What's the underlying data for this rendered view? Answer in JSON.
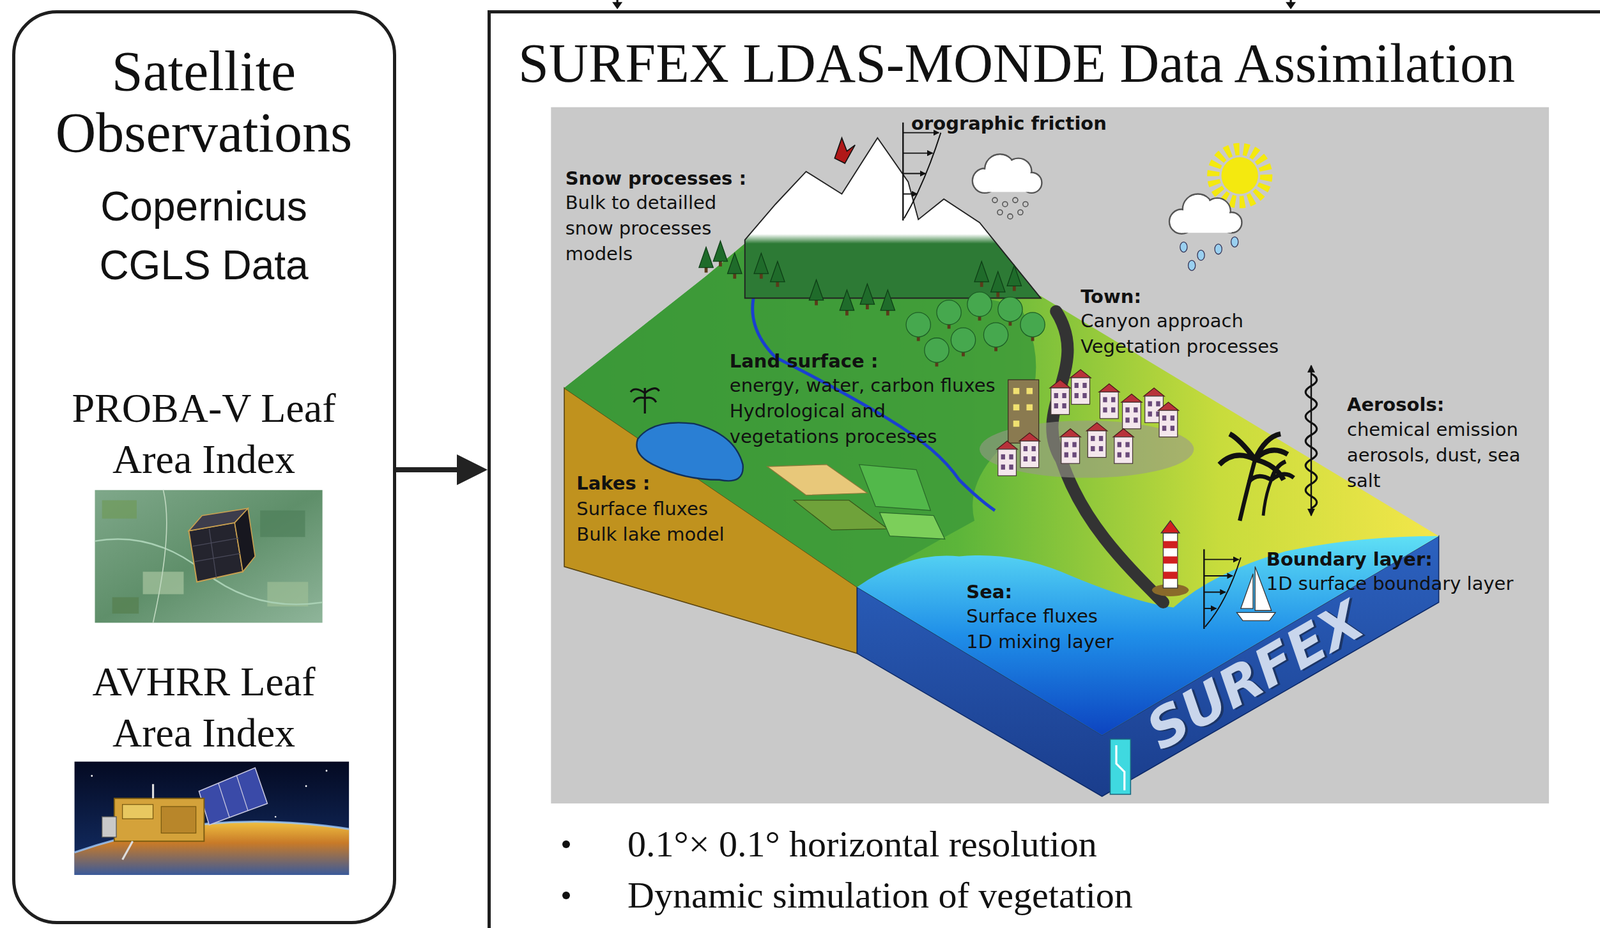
{
  "diagram": {
    "nodes": [
      {
        "text": [
          "Satellite Observations",
          "Copernicus CGLS Data",
          "PROBA-V Leaf Area Index",
          "AVHRR Leaf Area Index"
        ]
      },
      {
        "text": [
          "SURFEX LDAS-MONDE Data Assimilation",
          "0.1°× 0.1° horizontal resolution",
          "Dynamic simulation of vegetation"
        ]
      }
    ],
    "edges": [
      {
        "from": 0,
        "to": 1,
        "arrow": "to"
      }
    ],
    "labels": [
      "orographic friction",
      "Snow processes :",
      "Bulk to detailled snow processes models",
      "Town:",
      "Canyon approach Vegetation processes",
      "Land surface :",
      "energy, water, carbon fluxes",
      "Hydrological and vegetations processes",
      "Aerosols:",
      "chemical emission aerosols, dust, sea salt",
      "Lakes :",
      "Surface fluxes Bulk lake model",
      "Boundary layer:",
      "1D surface boundary layer",
      "Sea:",
      "Surface fluxes 1D mixing layer",
      "SURFEX"
    ]
  }
}
